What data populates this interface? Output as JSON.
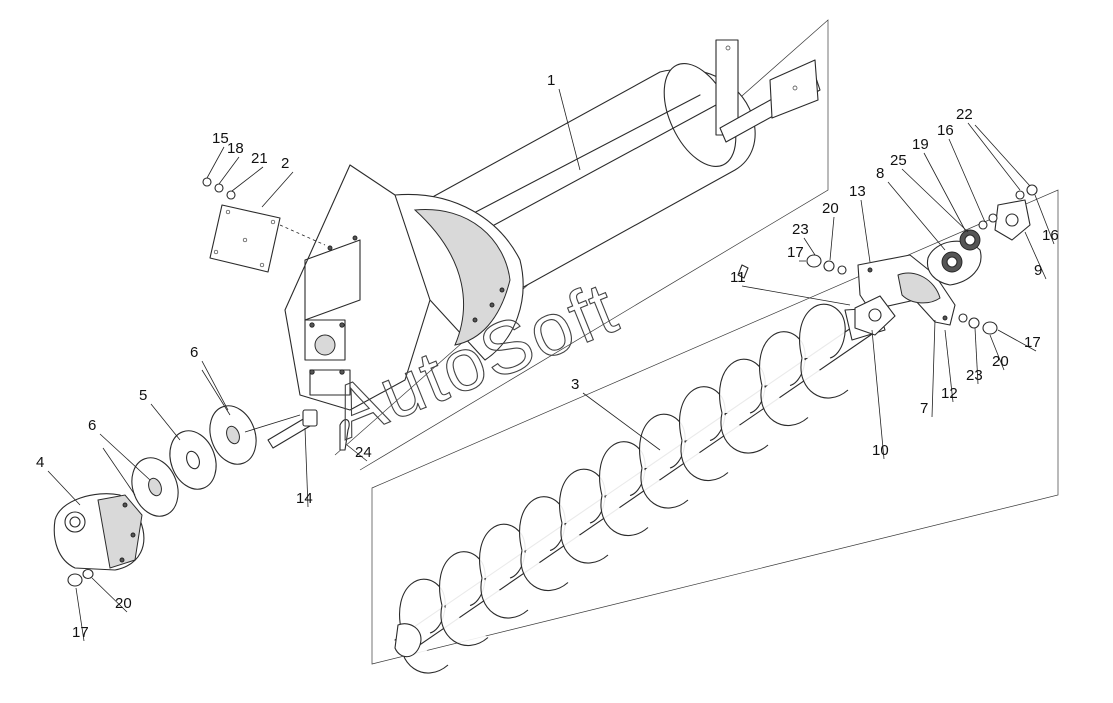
{
  "watermark": "AutoSoft",
  "callouts": [
    {
      "id": "c1",
      "label": "1"
    },
    {
      "id": "c2",
      "label": "2"
    },
    {
      "id": "c3",
      "label": "3"
    },
    {
      "id": "c4",
      "label": "4"
    },
    {
      "id": "c5",
      "label": "5"
    },
    {
      "id": "c6a",
      "label": "6"
    },
    {
      "id": "c6b",
      "label": "6"
    },
    {
      "id": "c7",
      "label": "7"
    },
    {
      "id": "c8",
      "label": "8"
    },
    {
      "id": "c9",
      "label": "9"
    },
    {
      "id": "c10",
      "label": "10"
    },
    {
      "id": "c11",
      "label": "11"
    },
    {
      "id": "c12",
      "label": "12"
    },
    {
      "id": "c13",
      "label": "13"
    },
    {
      "id": "c14",
      "label": "14"
    },
    {
      "id": "c15",
      "label": "15"
    },
    {
      "id": "c16a",
      "label": "16"
    },
    {
      "id": "c16b",
      "label": "16"
    },
    {
      "id": "c17a",
      "label": "17"
    },
    {
      "id": "c17b",
      "label": "17"
    },
    {
      "id": "c17c",
      "label": "17"
    },
    {
      "id": "c18",
      "label": "18"
    },
    {
      "id": "c19",
      "label": "19"
    },
    {
      "id": "c20a",
      "label": "20"
    },
    {
      "id": "c20b",
      "label": "20"
    },
    {
      "id": "c20c",
      "label": "20"
    },
    {
      "id": "c21",
      "label": "21"
    },
    {
      "id": "c22",
      "label": "22"
    },
    {
      "id": "c23a",
      "label": "23"
    },
    {
      "id": "c23b",
      "label": "23"
    },
    {
      "id": "c24",
      "label": "24"
    },
    {
      "id": "c25",
      "label": "25"
    }
  ]
}
